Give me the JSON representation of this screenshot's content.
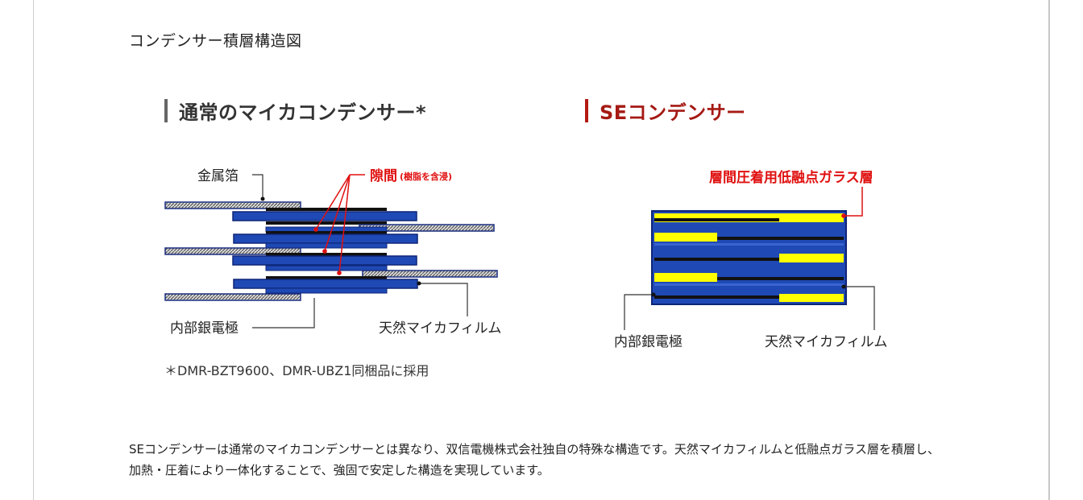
{
  "section_title": "コンデンサー積層構造図",
  "normal": {
    "heading": "通常のマイカコンデンサー*",
    "label_foil": "金属箔",
    "label_gap": "隙間",
    "label_gap_note": "(樹脂を含浸)",
    "label_electrode": "内部銀電極",
    "label_mica": "天然マイカフィルム",
    "footnote": "＊DMR-BZT9600、DMR-UBZ1同梱品に採用"
  },
  "se": {
    "heading": "SEコンデンサー",
    "label_glass": "層間圧着用低融点ガラス層",
    "label_electrode": "内部銀電極",
    "label_mica": "天然マイカフィルム"
  },
  "description": "SEコンデンサーは通常のマイカコンデンサーとは異なり、双信電機株式会社独自の特殊な構造です。天然マイカフィルムと低融点ガラス層を積層し、加熱・圧着により一体化することで、強固で安定した構造を実現しています。",
  "colors": {
    "mica_blue": "#1f49b5",
    "electrode_black": "#111111",
    "glass_yellow": "#ffff00",
    "accent_red": "#e01010",
    "se_heading": "#a51a14"
  }
}
